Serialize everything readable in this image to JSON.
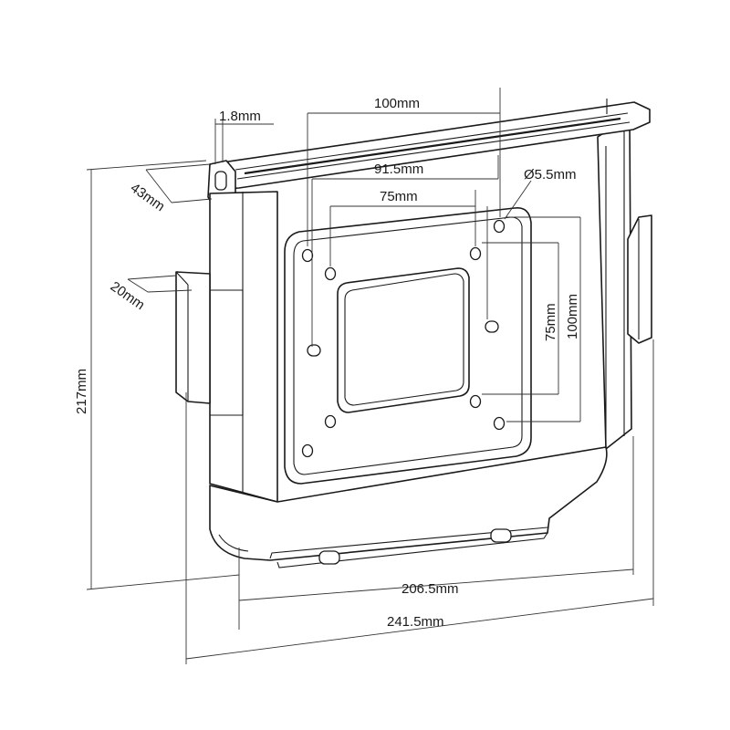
{
  "diagram": {
    "dimensions": {
      "slot_gap": "1.8mm",
      "outer_holes": "100mm",
      "mid_holes": "91.5mm",
      "inner_holes": "75mm",
      "hole_diameter": "Ø5.5mm",
      "clip_height": "43mm",
      "tab_depth": "20mm",
      "vertical_inner": "75mm",
      "vertical_outer": "100mm",
      "total_height": "217mm",
      "inner_width": "206.5mm",
      "total_width": "241.5mm"
    },
    "colors": {
      "line": "#1a1a1a",
      "background": "#ffffff"
    }
  }
}
